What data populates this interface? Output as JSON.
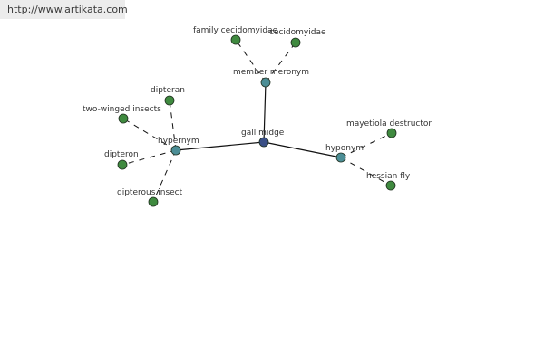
{
  "source_url": "http://www.artikata.com",
  "colors": {
    "center_node": "#3a4f86",
    "relation_node": "#4c8e96",
    "leaf_node": "#3f8a3f",
    "edge": "#111111",
    "label": "#333333"
  },
  "graph": {
    "center": {
      "id": "gall-midge",
      "label": "gall midge"
    },
    "relations": [
      {
        "id": "member-meronym",
        "label": "member meronym",
        "leaves": [
          "family cecidomyidae",
          "cecidomyidae"
        ]
      },
      {
        "id": "hypernym",
        "label": "hypernym",
        "leaves": [
          "dipteran",
          "two-winged insects",
          "dipteron",
          "dipterous insect"
        ]
      },
      {
        "id": "hyponym",
        "label": "hyponym",
        "leaves": [
          "mayetiola destructor",
          "hessian fly"
        ]
      }
    ]
  }
}
